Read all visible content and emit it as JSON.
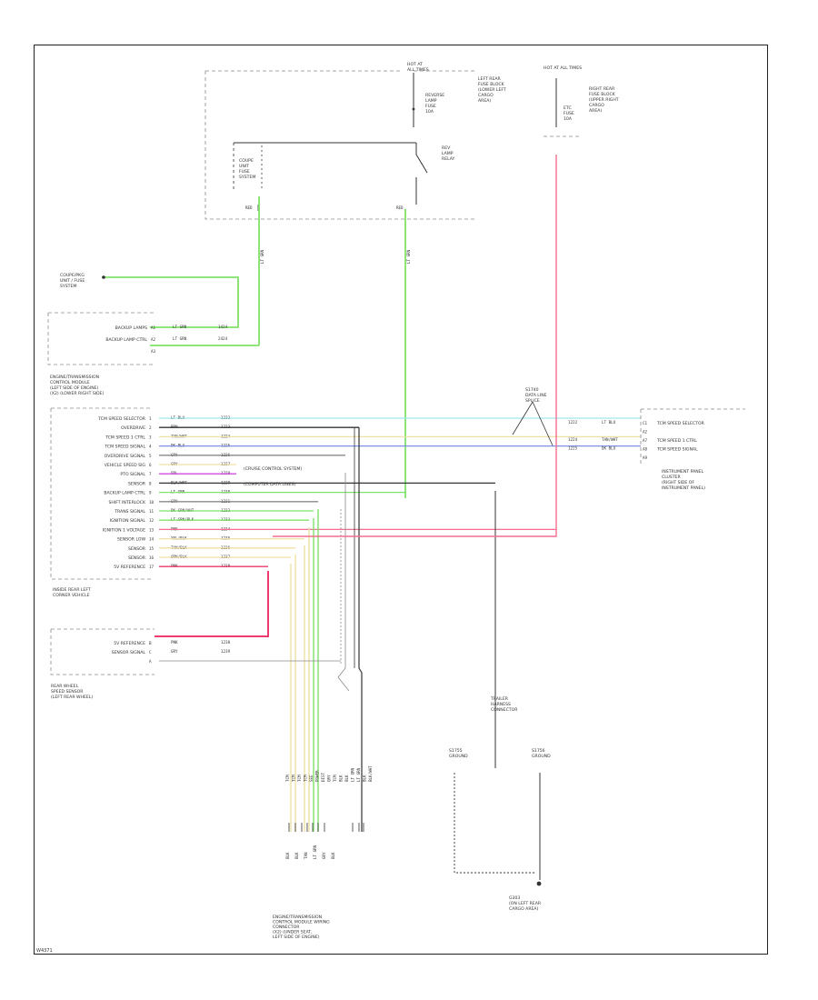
{
  "diagram": {
    "footer_code": "W4371",
    "hot_at_all_times_left": [
      "HOT AT",
      "ALL TIMES"
    ],
    "hot_at_all_times_right": [
      "HOT AT ALL TIMES"
    ],
    "left_fuse_block": [
      "LEFT REAR",
      "FUSE BLOCK",
      "(LOWER LEFT",
      "CARGO",
      "AREA)"
    ],
    "right_fuse_block": [
      "RIGHT REAR",
      "FUSE BLOCK",
      "(UPPER RIGHT",
      "CARGO",
      "AREA)"
    ],
    "reverse_fuse": [
      "REVERSE",
      "LAMP",
      "FUSE",
      "10A"
    ],
    "right_fuse": [
      "ETC",
      "FUSE",
      "10A"
    ],
    "relay_label": [
      "REV",
      "LAMP",
      "RELAY"
    ],
    "coupe_label": [
      "COUPE",
      "UNIT",
      "FUSE",
      "SYSTEM"
    ],
    "trailer_box": {
      "rows": [
        {
          "pin": "A1",
          "label": "BACKUP LAMPS",
          "wire": "LT GRN",
          "circuit": "1424"
        },
        {
          "pin": "A2",
          "label": "BACKUP LAMP CTRL",
          "wire": "LT GRN",
          "circuit": "2424"
        },
        {
          "pin": "A3",
          "label": "",
          "wire": "",
          "circuit": ""
        }
      ]
    },
    "tcm_box": {
      "title": [
        "ENGINE/TRANSMISSION",
        "CONTROL MODULE",
        "(LEFT SIDE OF ENGINE)",
        "(X2) (LOWER RIGHT SIDE)"
      ],
      "rows": [
        {
          "pin": "1",
          "label": "TCM SPEED SELECTOR",
          "wire": "LT BLU",
          "circuit": "1222"
        },
        {
          "pin": "2",
          "label": "OVERDRIVE",
          "wire": "BRN",
          "circuit": "1223"
        },
        {
          "pin": "3",
          "label": "TCM SPEED 1 CTRL",
          "wire": "TAN/WHT",
          "circuit": "1224"
        },
        {
          "pin": "4",
          "label": "TCM SPEED SIGNAL",
          "wire": "DK BLU",
          "circuit": "1225"
        },
        {
          "pin": "5",
          "label": "OVERDRIVE SIGNAL",
          "wire": "GRY",
          "circuit": "1226"
        },
        {
          "pin": "6",
          "label": "VEHICLE SPEED SIG",
          "wire": "GRY",
          "circuit": "1227"
        },
        {
          "pin": "7",
          "label": "PTO SIGNAL",
          "wire": "PPL",
          "circuit": "1228"
        },
        {
          "pin": "8",
          "label": "SENSOR",
          "wire": "BLK/WHT",
          "circuit": "1229"
        },
        {
          "pin": "9",
          "label": "BACKUP LAMP CTRL",
          "wire": "LT GRN",
          "circuit": "1230"
        },
        {
          "pin": "10",
          "label": "SHIFT INTERLOCK",
          "wire": "GRY",
          "circuit": "1231"
        },
        {
          "pin": "11",
          "label": "TRANS SIGNAL",
          "wire": "DK GRN/WHT",
          "circuit": "1232"
        },
        {
          "pin": "12",
          "label": "IGNITION SIGNAL",
          "wire": "LT GRN/BLK",
          "circuit": "1233"
        },
        {
          "pin": "13",
          "label": "IGNITION 1 VOLTAGE",
          "wire": "PNK",
          "circuit": "1234"
        },
        {
          "pin": "14",
          "label": "SENSOR LOW",
          "wire": "YEL/BLK",
          "circuit": "1235"
        },
        {
          "pin": "15",
          "label": "SENSOR",
          "wire": "TAN/BLK",
          "circuit": "1236"
        },
        {
          "pin": "16",
          "label": "SENSOR",
          "wire": "ORN/BLK",
          "circuit": "1237"
        },
        {
          "pin": "17",
          "label": "5V REFERENCE",
          "wire": "PNK",
          "circuit": "1238"
        }
      ],
      "caption": [
        "INSIDE REAR LEFT",
        "CORNER VEHICLE"
      ],
      "inline_notes": [
        "(CRUISE CONTROL SYSTEM)",
        "(COMPUTER DATA LINES)"
      ]
    },
    "sensor_box": {
      "rows": [
        {
          "pin": "B",
          "label": "5V REFERENCE",
          "wire": "PNK",
          "circuit": "1238"
        },
        {
          "pin": "C",
          "label": "SENSOR SIGNAL",
          "wire": "GRY",
          "circuit": "1239"
        },
        {
          "pin": "A",
          "label": "",
          "wire": "",
          "circuit": ""
        }
      ],
      "caption": [
        "REAR WHEEL",
        "SPEED SENSOR",
        "(LEFT REAR WHEEL)"
      ]
    },
    "ipc_box": {
      "rows": [
        {
          "pin": "C1",
          "label": "TCM SPEED SELECTOR",
          "wire": "LT BLU",
          "circuit": "1222"
        },
        {
          "pin": "A2",
          "label": "",
          "wire": "",
          "circuit": ""
        },
        {
          "pin": "A7",
          "label": "TCM SPEED 1 CTRL",
          "wire": "TAN/WHT",
          "circuit": "1224"
        },
        {
          "pin": "A8",
          "label": "TCM SPEED SIGNAL",
          "wire": "DK BLU",
          "circuit": "1225"
        },
        {
          "pin": "A9",
          "label": "",
          "wire": "",
          "circuit": ""
        }
      ],
      "caption": [
        "INSTRUMENT PANEL",
        "CLUSTER",
        "(RIGHT SIDE OF",
        "INSTRUMENT PANEL)"
      ]
    },
    "splice_label": [
      "S1740",
      "DATA LINE",
      "SPLICE"
    ],
    "trailer_label": [
      "TRAILER",
      "HARNESS",
      "CONNECTOR"
    ],
    "g_left": [
      "S1755",
      "GROUND"
    ],
    "g_right": [
      "S1756",
      "GROUND"
    ],
    "ground_caption": [
      "G303",
      "(ON LEFT REAR",
      "CARGO AREA)"
    ],
    "bottom_caption": [
      "ENGINE/TRANSMISSION",
      "CONTROL MODULE WIRING",
      "CONNECTOR",
      "(X2) (UNDER SEAT,",
      "LEFT SIDE OF ENGINE)"
    ],
    "vertical_labels": [
      "TCM",
      "TCM",
      "TCM",
      "TCM",
      "SEE",
      "POWER",
      "DIST",
      "GRY",
      "TCM",
      "BLK",
      "BLK",
      "LT GRN",
      "LT GRN",
      "BLK",
      "BLK/WHT"
    ]
  },
  "colors": {
    "lt_green": "#7fe26a",
    "lt_blue": "#9fe8ee",
    "pink": "#f26f8d",
    "red_pink": "#ee3a6e",
    "tan": "#efe1a6",
    "dk_blue": "#7f8fe4",
    "magenta": "#d34be6",
    "dark": "#333333",
    "gray": "#8a8a8a"
  }
}
